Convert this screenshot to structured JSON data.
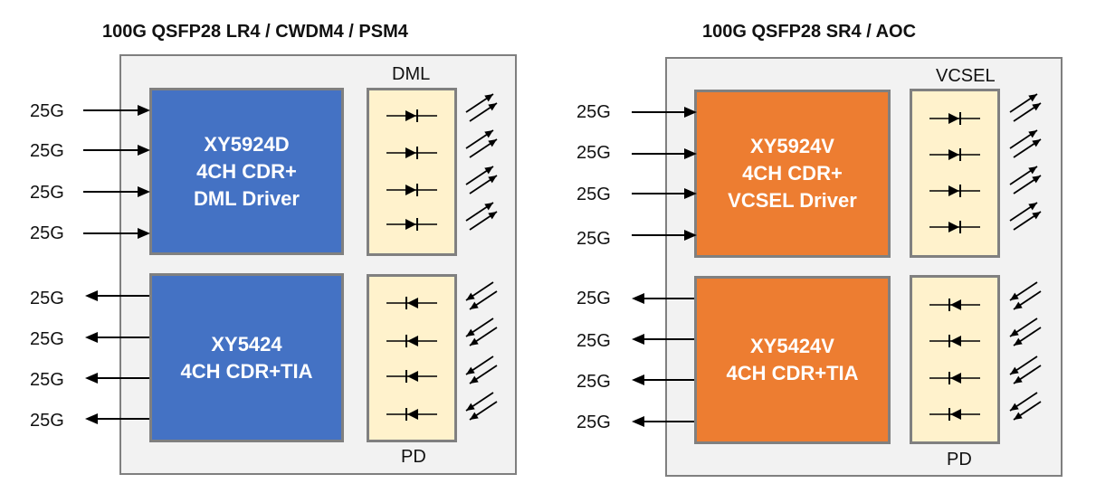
{
  "left": {
    "title": "100G QSFP28 LR4 / CWDM4 / PSM4",
    "tx_chip": [
      "XY5924D",
      "4CH CDR+",
      "DML Driver"
    ],
    "rx_chip": [
      "XY5424",
      "4CH CDR+TIA"
    ],
    "tx_array_label": "DML",
    "rx_array_label": "PD",
    "tx_lanes": [
      "25G",
      "25G",
      "25G",
      "25G"
    ],
    "rx_lanes": [
      "25G",
      "25G",
      "25G",
      "25G"
    ]
  },
  "right": {
    "title": "100G QSFP28 SR4 / AOC",
    "tx_chip": [
      "XY5924V",
      "4CH CDR+",
      "VCSEL Driver"
    ],
    "rx_chip": [
      "XY5424V",
      "4CH CDR+TIA"
    ],
    "tx_array_label": "VCSEL",
    "rx_array_label": "PD",
    "tx_lanes": [
      "25G",
      "25G",
      "25G",
      "25G"
    ],
    "rx_lanes": [
      "25G",
      "25G",
      "25G",
      "25G"
    ]
  },
  "colors": {
    "tx_chip_left": "#4472c4",
    "rx_chip_left": "#4472c4",
    "chips_right": "#ed7d31",
    "diode_array_fill": "#fff2cc",
    "panel_fill": "#f2f2f2"
  }
}
